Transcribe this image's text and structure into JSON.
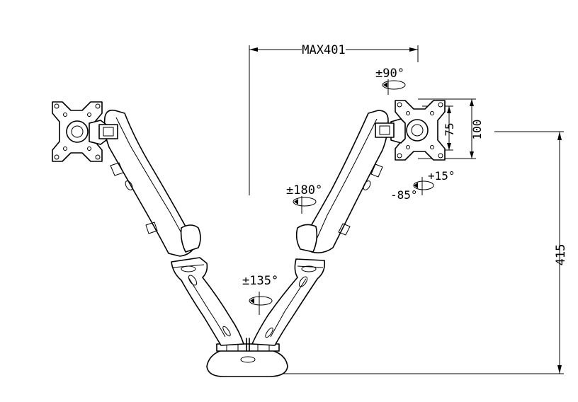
{
  "dimensions": {
    "max_reach": "MAX401",
    "height": "415",
    "vesa_small": "75",
    "vesa_large": "100"
  },
  "rotations": {
    "tilt_up": "+15°",
    "tilt_down": "-85°",
    "rotate_90": "±90°",
    "swivel_180": "±180°",
    "base_135": "±135°"
  }
}
